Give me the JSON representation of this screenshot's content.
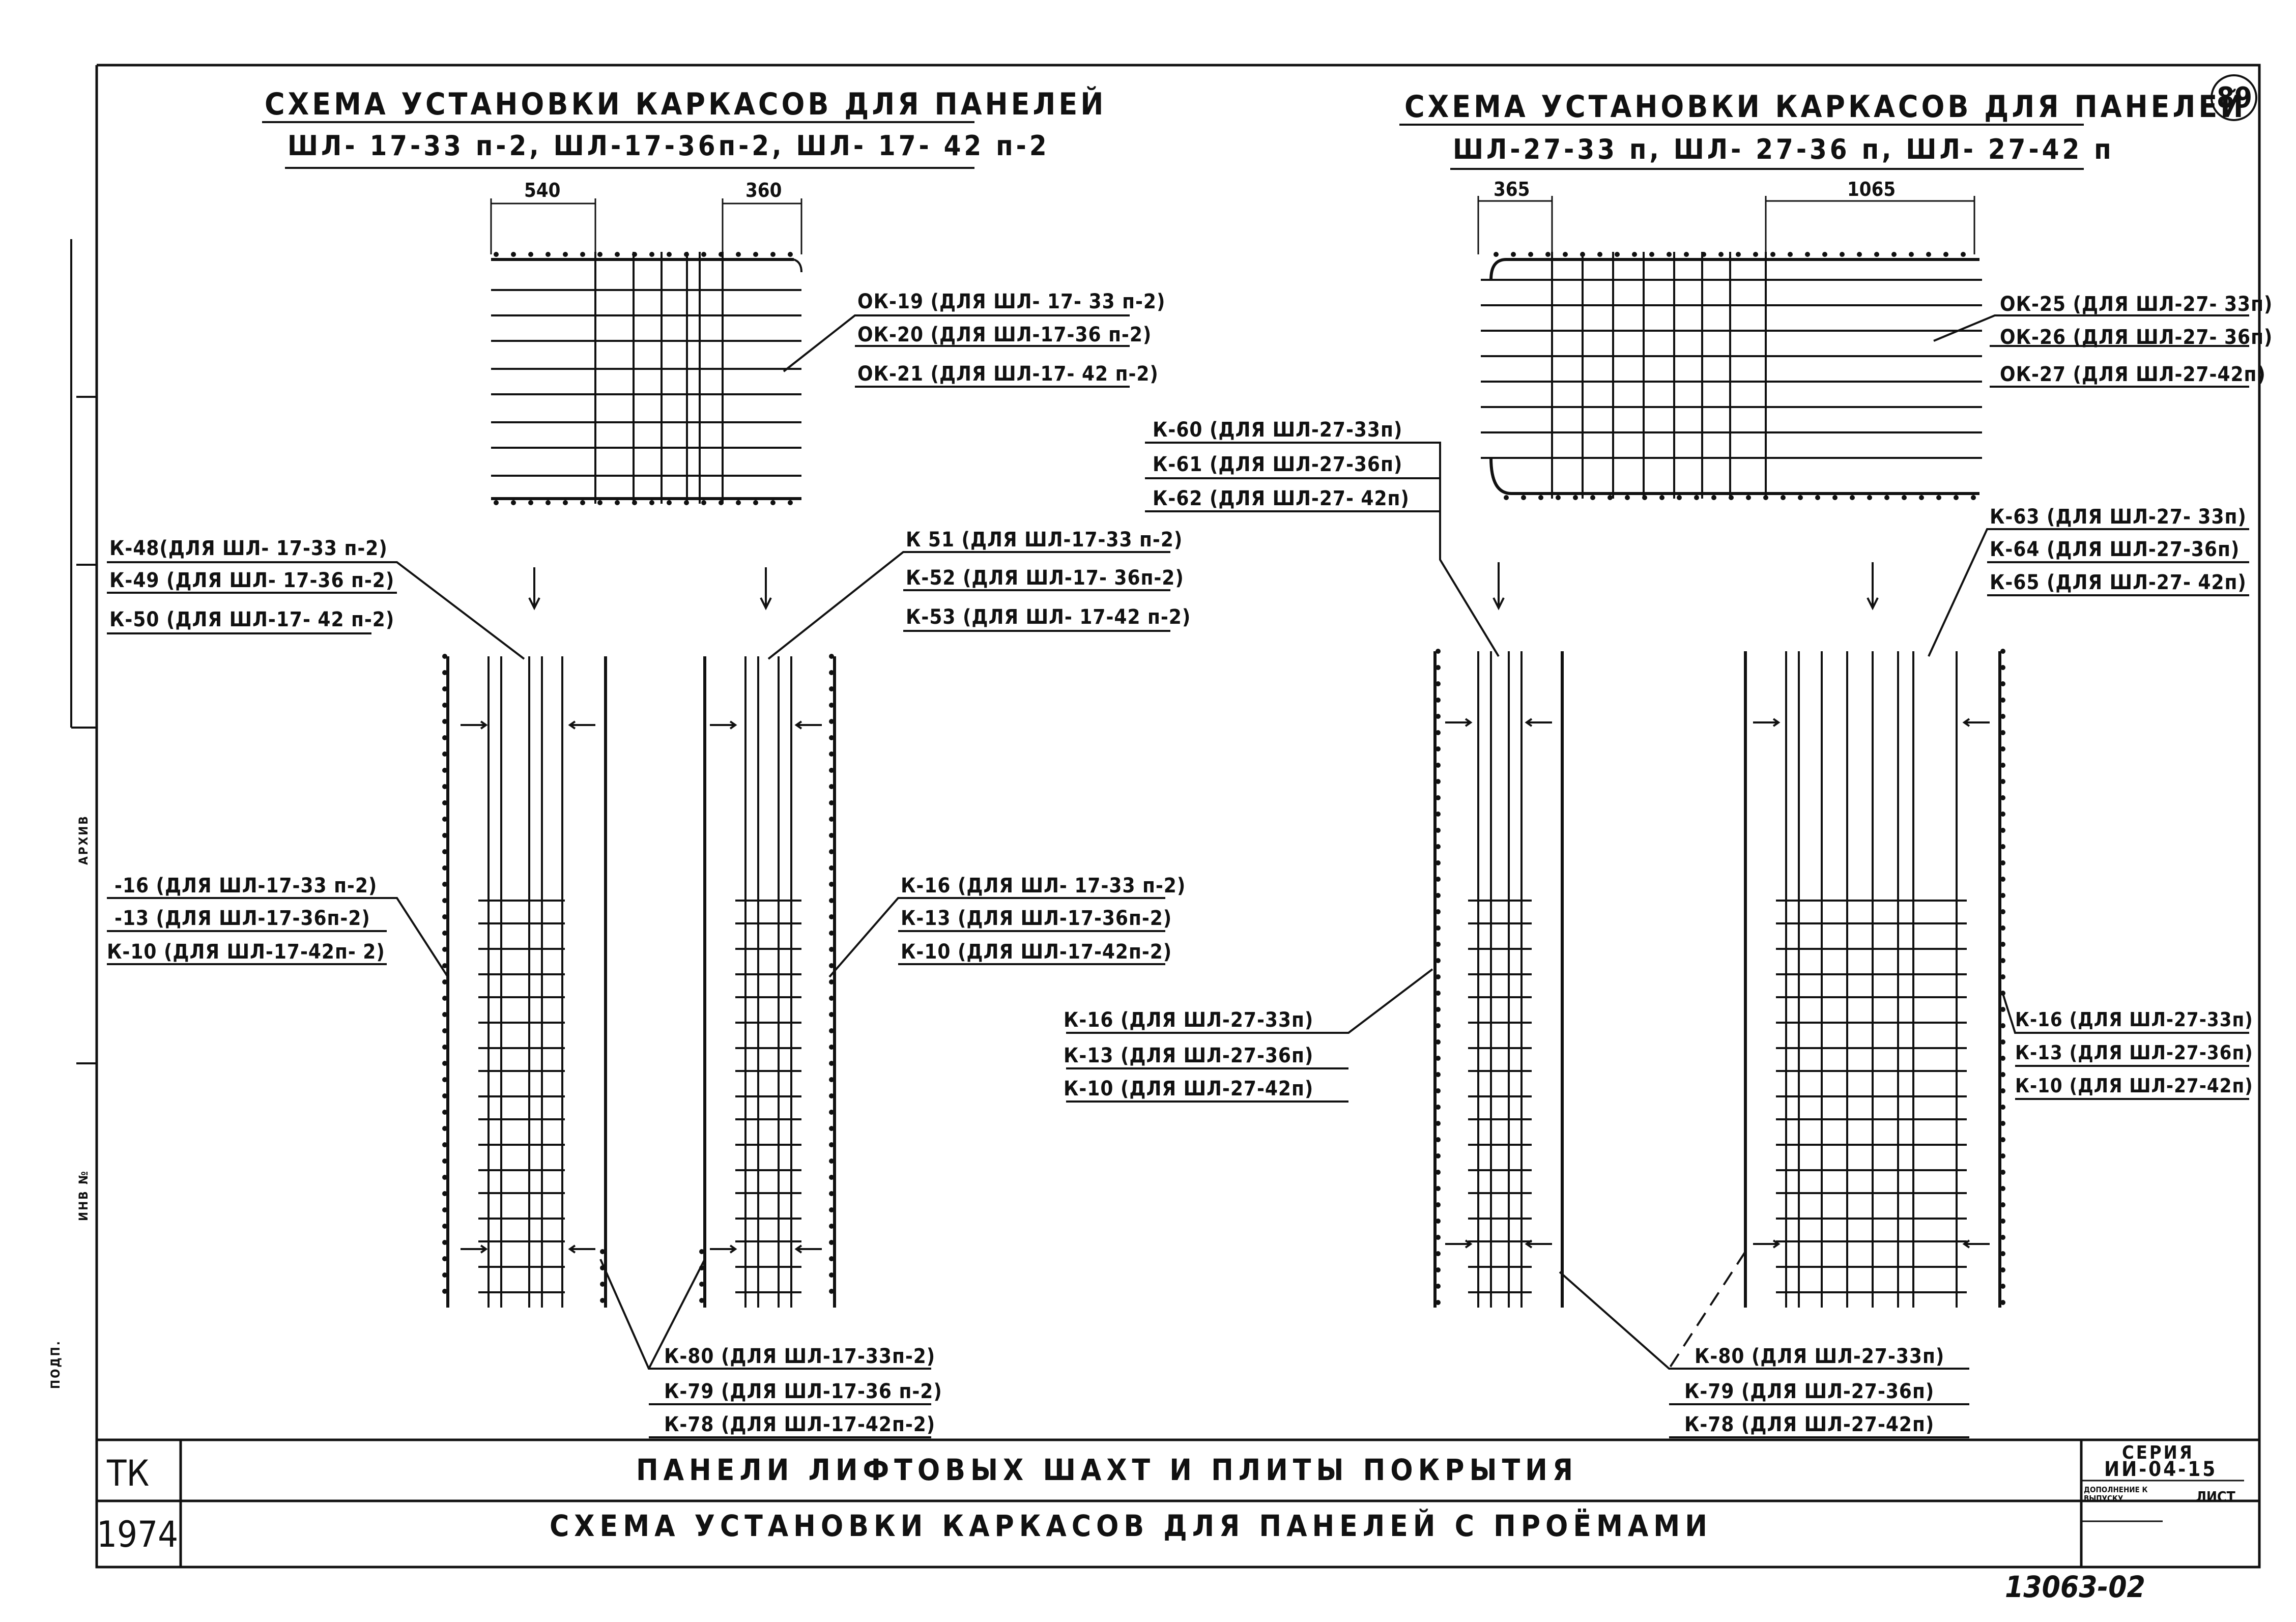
{
  "sheet_number": "89",
  "left_schema": {
    "title": "СХЕМА УСТАНОВКИ КАРКАСОВ ДЛЯ ПАНЕЛЕЙ",
    "subtitle": "ШЛ- 17-33 п-2, ШЛ-17-36п-2, ШЛ- 17- 42 п-2",
    "dim_left": "540",
    "dim_right": "360",
    "labels_ok": [
      "ОК-19 (ДЛЯ ШЛ- 17- 33 п-2)",
      "ОК-20 (ДЛЯ ШЛ-17-36 п-2)",
      "ОК-21 (ДЛЯ ШЛ-17- 42 п-2)"
    ],
    "labels_k48": [
      "К-48(ДЛЯ ШЛ- 17-33 п-2)",
      "К-49 (ДЛЯ ШЛ- 17-36 п-2)",
      "К-50 (ДЛЯ ШЛ-17- 42 п-2)"
    ],
    "labels_k51": [
      "К 51 (ДЛЯ ШЛ-17-33 п-2)",
      "К-52 (ДЛЯ ШЛ-17- 36п-2)",
      "К-53 (ДЛЯ ШЛ- 17-42 п-2)"
    ],
    "labels_k16_left": [
      "-16 (ДЛЯ ШЛ-17-33 п-2)",
      "-13 (ДЛЯ ШЛ-17-36п-2)",
      "К-10 (ДЛЯ ШЛ-17-42п- 2)"
    ],
    "labels_k16_right": [
      "К-16 (ДЛЯ ШЛ- 17-33 п-2)",
      "К-13 (ДЛЯ ШЛ-17-36п-2)",
      "К-10 (ДЛЯ ШЛ-17-42п-2)"
    ],
    "labels_k80": [
      "К-80 (ДЛЯ ШЛ-17-33п-2)",
      "К-79 (ДЛЯ ШЛ-17-36 п-2)",
      "К-78 (ДЛЯ ШЛ-17-42п-2)"
    ]
  },
  "right_schema": {
    "title": "СХЕМА УСТАНОВКИ КАРКАСОВ ДЛЯ ПАНЕЛЕЙ",
    "subtitle": "ШЛ-27-33 п, ШЛ- 27-36 п, ШЛ- 27-42 п",
    "dim_left": "365",
    "dim_right": "1065",
    "labels_ok": [
      "ОК-25 (ДЛЯ ШЛ-27- 33п)",
      "ОК-26 (ДЛЯ ШЛ-27- 36п)",
      "ОК-27 (ДЛЯ ШЛ-27-42п)"
    ],
    "labels_k60": [
      "К-60 (ДЛЯ ШЛ-27-33п)",
      "К-61 (ДЛЯ ШЛ-27-36п)",
      "К-62 (ДЛЯ ШЛ-27- 42п)"
    ],
    "labels_k63": [
      "К-63 (ДЛЯ ШЛ-27- 33п)",
      "К-64 (ДЛЯ ШЛ-27-36п)",
      "К-65 (ДЛЯ ШЛ-27- 42п)"
    ],
    "labels_k16_left": [
      "К-16 (ДЛЯ ШЛ-27-33п)",
      "К-13 (ДЛЯ ШЛ-27-36п)",
      "К-10 (ДЛЯ ШЛ-27-42п)"
    ],
    "labels_k16_right": [
      "К-16 (ДЛЯ ШЛ-27-33п)",
      "К-13 (ДЛЯ ШЛ-27-36п)",
      "К-10 (ДЛЯ ШЛ-27-42п)"
    ],
    "labels_k80": [
      "К-80 (ДЛЯ ШЛ-27-33п)",
      "К-79 (ДЛЯ ШЛ-27-36п)",
      "К-78 (ДЛЯ ШЛ-27-42п)"
    ]
  },
  "title_block": {
    "org": "ТК",
    "year": "1974",
    "line1": "ПАНЕЛИ ЛИФТОВЫХ ШАХТ И ПЛИТЫ ПОКРЫТИЯ",
    "line2": "СХЕМА УСТАНОВКИ КАРКАСОВ ДЛЯ ПАНЕЛЕЙ С ПРОЁМАМИ",
    "series_label": "СЕРИЯ",
    "series_value": "ИИ-04-15",
    "small_cell": "ДОПОЛНЕНИЕ К ВЫПУСКУ",
    "sheet_label": "ЛИСТ"
  },
  "doc_number": "13063-02",
  "side_texts": [
    "АРХИВ",
    "ИНВ №",
    "ПОДП."
  ]
}
